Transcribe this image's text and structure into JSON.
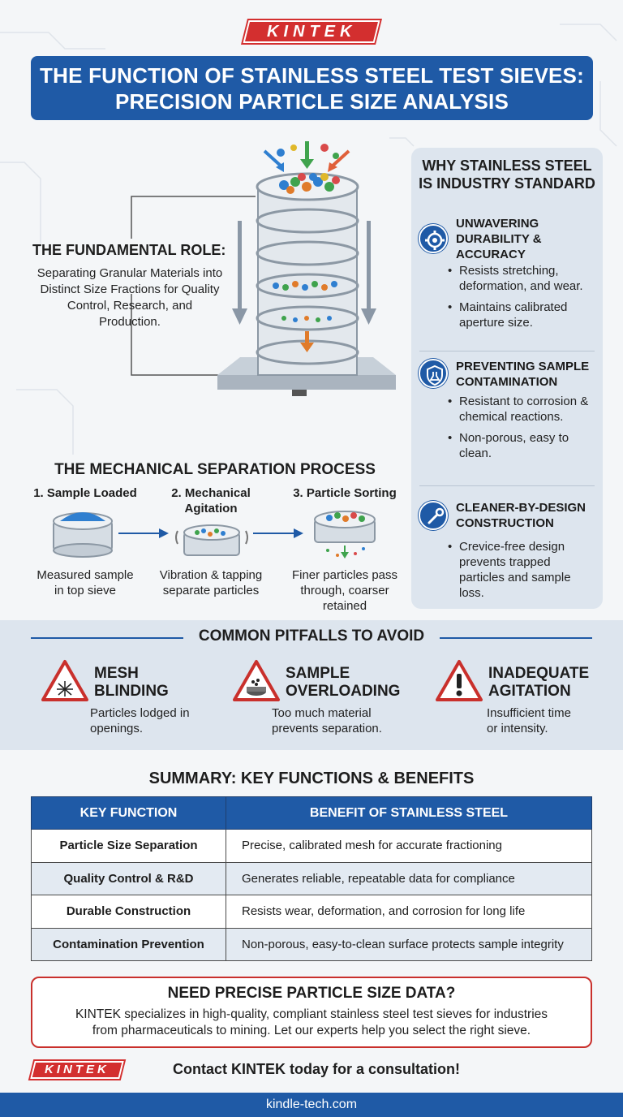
{
  "brand": {
    "logo_text": "KINTEK",
    "primary": "#1f5aa6",
    "accent": "#d32f2f"
  },
  "title": {
    "line1": "THE FUNCTION OF STAINLESS STEEL TEST SIEVES:",
    "line2": "PRECISION PARTICLE SIZE ANALYSIS"
  },
  "fundamental": {
    "heading": "THE FUNDAMENTAL ROLE:",
    "text": "Separating Granular Materials into Distinct Size Fractions for Quality Control, Research, and Production."
  },
  "why": {
    "title_line1": "WHY STAINLESS STEEL",
    "title_line2": "IS INDUSTRY STANDARD",
    "sections": [
      {
        "icon": "gear-check-icon",
        "line1": "UNWAVERING",
        "line2": "DURABILITY &",
        "line3": "ACCURACY",
        "bullets": [
          "Resists stretching, deformation, and wear.",
          "Maintains calibrated aperture size."
        ]
      },
      {
        "icon": "shield-flask-icon",
        "line1": "PREVENTING SAMPLE",
        "line2": "CONTAMINATION",
        "bullets": [
          "Resistant to corrosion & chemical reactions.",
          "Non-porous, easy to clean."
        ]
      },
      {
        "icon": "wrench-icon",
        "line1": "CLEANER-BY-DESIGN",
        "line2": "CONSTRUCTION",
        "bullets": [
          "Crevice-free design prevents trapped particles and sample loss."
        ]
      }
    ]
  },
  "process": {
    "heading": "THE MECHANICAL SEPARATION PROCESS",
    "steps": [
      {
        "label": "1. Sample Loaded",
        "desc1": "Measured sample",
        "desc2": "in top sieve"
      },
      {
        "label1": "2. Mechanical",
        "label2": "Agitation",
        "desc1": "Vibration & tapping",
        "desc2": "separate particles"
      },
      {
        "label": "3. Particle Sorting",
        "desc1": "Finer particles pass",
        "desc2": "through, coarser",
        "desc3": "retained"
      }
    ]
  },
  "pitfalls": {
    "heading": "COMMON PITFALLS TO AVOID",
    "items": [
      {
        "t1": "MESH",
        "t2": "BLINDING",
        "d1": "Particles lodged in",
        "d2": "openings."
      },
      {
        "t1": "SAMPLE",
        "t2": "OVERLOADING",
        "d1": "Too much material",
        "d2": "prevents separation."
      },
      {
        "t1": "INADEQUATE",
        "t2": "AGITATION",
        "d1": "Insufficient time",
        "d2": "or intensity."
      }
    ]
  },
  "summary": {
    "heading": "SUMMARY: KEY FUNCTIONS & BENEFITS",
    "col1": "KEY FUNCTION",
    "col2": "BENEFIT OF STAINLESS STEEL",
    "rows": [
      {
        "fn": "Particle Size Separation",
        "bn": "Precise, calibrated mesh for accurate fractioning"
      },
      {
        "fn": "Quality Control & R&D",
        "bn": "Generates reliable, repeatable data for compliance"
      },
      {
        "fn": "Durable Construction",
        "bn": "Resists wear, deformation, and corrosion for long life"
      },
      {
        "fn": "Contamination Prevention",
        "bn": "Non-porous, easy-to-clean surface protects sample integrity"
      }
    ]
  },
  "cta": {
    "title": "NEED PRECISE PARTICLE SIZE DATA?",
    "line1": "KINTEK specializes in high-quality, compliant stainless steel test sieves for industries",
    "line2": "from pharmaceuticals to mining. Let our experts help you select the right sieve.",
    "contact": "Contact KINTEK today for a consultation!"
  },
  "footer": {
    "url": "kindle-tech.com"
  }
}
